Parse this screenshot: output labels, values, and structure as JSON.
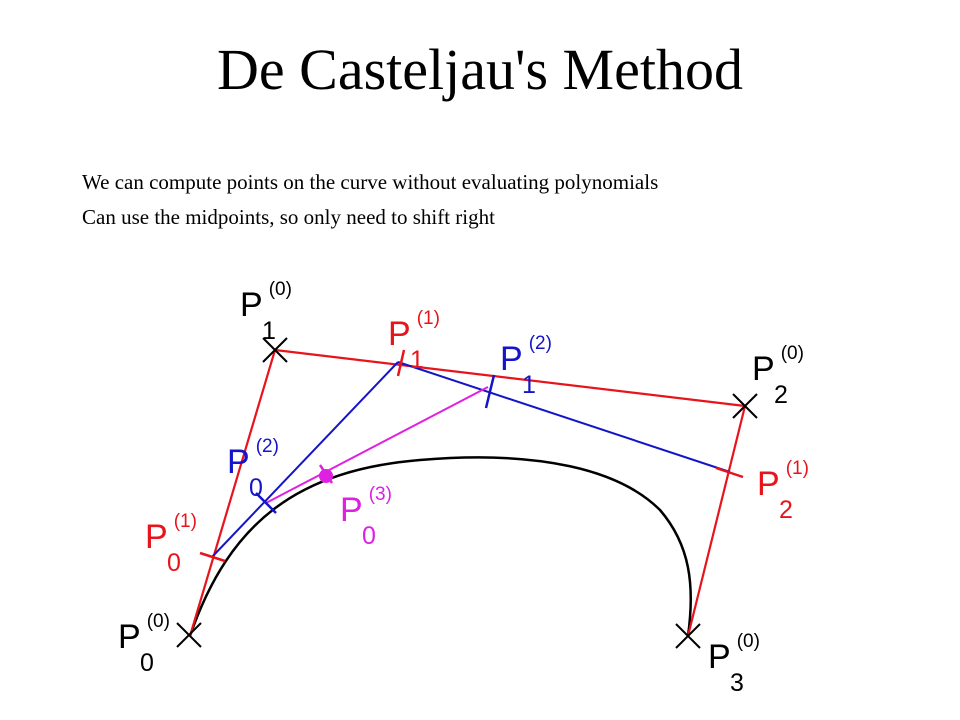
{
  "slide": {
    "title": "De Casteljau's Method",
    "bullets": [
      "We can compute points on the curve without evaluating polynomials",
      "Can use the midpoints, so only need to shift right"
    ]
  },
  "colors": {
    "level0": "#e8141c",
    "level1": "#1414c8",
    "level2": "#e020e0",
    "curve": "#000000"
  },
  "labels": [
    {
      "id": "p0-0",
      "base": "P",
      "sub": "0",
      "sup": "(0)",
      "color": "#000000"
    },
    {
      "id": "p1-0",
      "base": "P",
      "sub": "1",
      "sup": "(0)",
      "color": "#000000"
    },
    {
      "id": "p2-0",
      "base": "P",
      "sub": "2",
      "sup": "(0)",
      "color": "#000000"
    },
    {
      "id": "p3-0",
      "base": "P",
      "sub": "3",
      "sup": "(0)",
      "color": "#000000"
    },
    {
      "id": "p0-1",
      "base": "P",
      "sub": "0",
      "sup": "(1)",
      "color": "#e8141c"
    },
    {
      "id": "p1-1",
      "base": "P",
      "sub": "1",
      "sup": "(1)",
      "color": "#e8141c"
    },
    {
      "id": "p2-1",
      "base": "P",
      "sub": "2",
      "sup": "(1)",
      "color": "#e8141c"
    },
    {
      "id": "p0-2",
      "base": "P",
      "sub": "0",
      "sup": "(2)",
      "color": "#1414c8"
    },
    {
      "id": "p1-2",
      "base": "P",
      "sub": "1",
      "sup": "(2)",
      "color": "#1414c8"
    },
    {
      "id": "p0-3",
      "base": "P",
      "sub": "0",
      "sup": "(3)",
      "color": "#e020e0"
    }
  ]
}
